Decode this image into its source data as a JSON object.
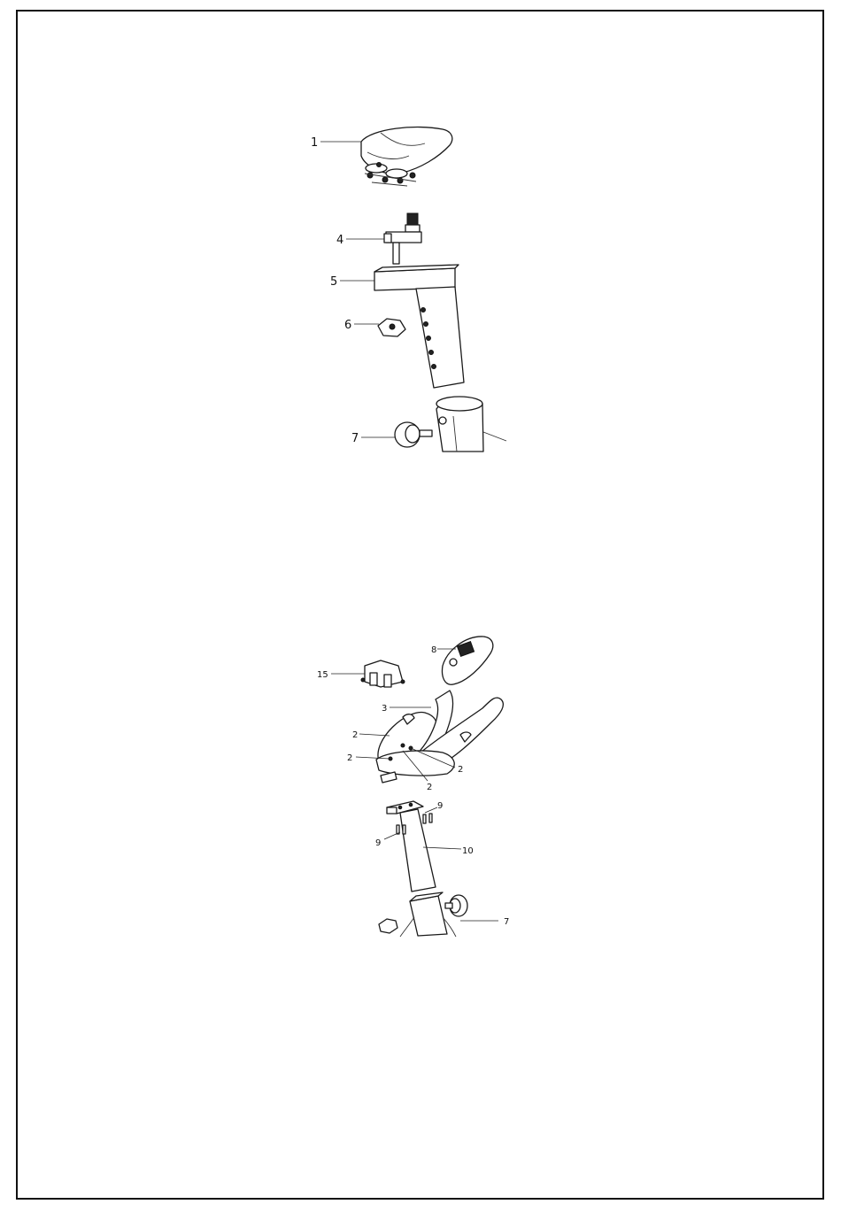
{
  "diagram1": {
    "labels": [
      "1",
      "4",
      "5",
      "6",
      "7"
    ]
  },
  "diagram2": {
    "labels": [
      "8",
      "15",
      "3",
      "2",
      "2",
      "2",
      "2",
      "9",
      "9",
      "10",
      "7"
    ]
  },
  "colors": {
    "ink": "#111111",
    "paper": "#ffffff"
  }
}
